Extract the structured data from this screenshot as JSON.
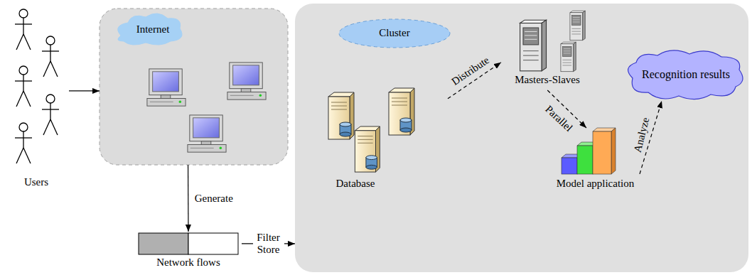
{
  "diagram": {
    "nodes": [
      {
        "text": [
          "Users"
        ]
      },
      {
        "text": [
          "Internet"
        ]
      },
      {
        "text": [
          "Network flows"
        ]
      },
      {
        "text": [
          "Cluster"
        ]
      },
      {
        "text": [
          "Database"
        ],
        "in": 3
      },
      {
        "text": [
          "Masters-Slaves"
        ],
        "in": 3
      },
      {
        "text": [
          "Model application"
        ],
        "in": 3
      },
      {
        "text": [
          "Recognition results"
        ],
        "in": 3
      }
    ],
    "edges": [
      {
        "from": 0,
        "to": 1,
        "arrow": "to"
      },
      {
        "from": 1,
        "to": 2,
        "label": "Generate",
        "arrow": "to"
      },
      {
        "from": 2,
        "to": 3,
        "label": "Filter Store",
        "arrow": "to"
      },
      {
        "from": 4,
        "to": 5,
        "label": "Distribute",
        "arrow": "to"
      },
      {
        "from": 5,
        "to": 6,
        "label": "Parallel",
        "arrow": "to"
      },
      {
        "from": 6,
        "to": 7,
        "label": "Analyze",
        "arrow": "to"
      }
    ]
  }
}
